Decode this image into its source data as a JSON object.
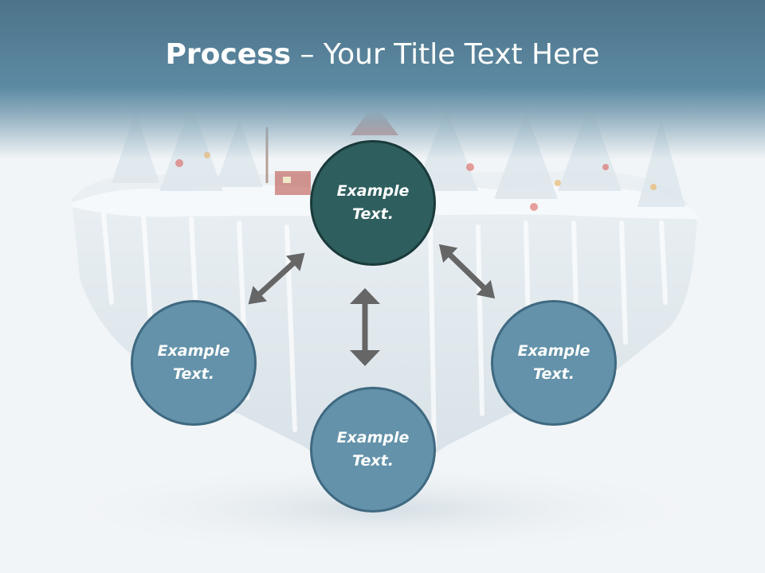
{
  "title": {
    "bold": "Process",
    "rest": " – Your Title Text Here"
  },
  "nodes": [
    {
      "id": "top",
      "line1": "Example",
      "line2": "Text."
    },
    {
      "id": "left",
      "line1": "Example",
      "line2": "Text."
    },
    {
      "id": "bottom",
      "line1": "Example",
      "line2": "Text."
    },
    {
      "id": "right",
      "line1": "Example",
      "line2": "Text."
    }
  ],
  "colors": {
    "header": "#5d8aa3",
    "circle_dark": "#2e5e5e",
    "circle_light": "#6392aa",
    "arrow": "#666666"
  },
  "background": "snowy-floating-island-illustration"
}
